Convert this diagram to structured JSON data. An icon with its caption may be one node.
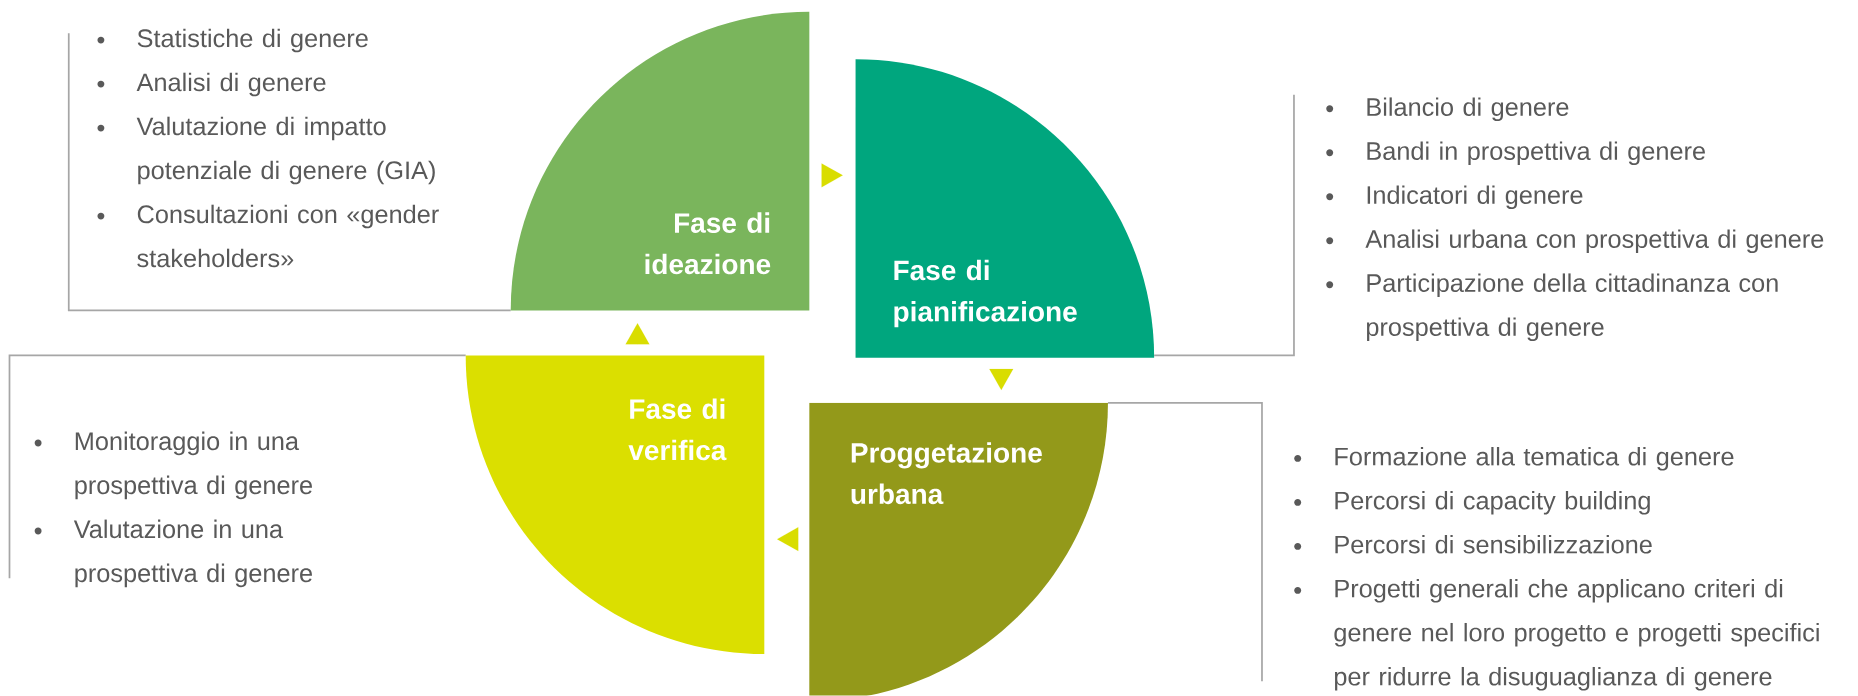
{
  "diagram": {
    "nodes": [
      {
        "text": [
          "Fase di ideazione"
        ],
        "beside": [
          "Statistiche di genere",
          "Analisi di genere",
          "Valutazione di impatto potenziale di genere (GIA)",
          "Consultazioni con «gender stakeholders»"
        ]
      },
      {
        "text": [
          "Fase di pianificazione"
        ],
        "beside": [
          "Bilancio di genere",
          "Bandi in prospettiva di genere",
          "Indicatori di genere",
          "Analisi urbana con prospettiva di genere",
          "Participazione della cittadinanza con prospettiva di genere"
        ]
      },
      {
        "text": [
          "Proggetazione urbana"
        ],
        "beside": [
          "Formazione alla tematica di genere",
          "Percorsi di capacity building",
          "Percorsi di sensibilizzazione",
          "Progetti generali che applicano criteri di genere nel loro progetto e progetti specifici per ridurre la disuguaglianza di genere"
        ]
      },
      {
        "text": [
          "Fase di verifica"
        ],
        "beside": [
          "Monitoraggio in una prospettiva di genere",
          "Valutazione in una prospettiva di genere"
        ]
      }
    ],
    "edges": [
      {
        "from": 0,
        "to": 1,
        "arrow": "to"
      },
      {
        "from": 1,
        "to": 2,
        "arrow": "to"
      },
      {
        "from": 2,
        "to": 3,
        "arrow": "to"
      },
      {
        "from": 3,
        "to": 0,
        "arrow": "to"
      }
    ]
  }
}
